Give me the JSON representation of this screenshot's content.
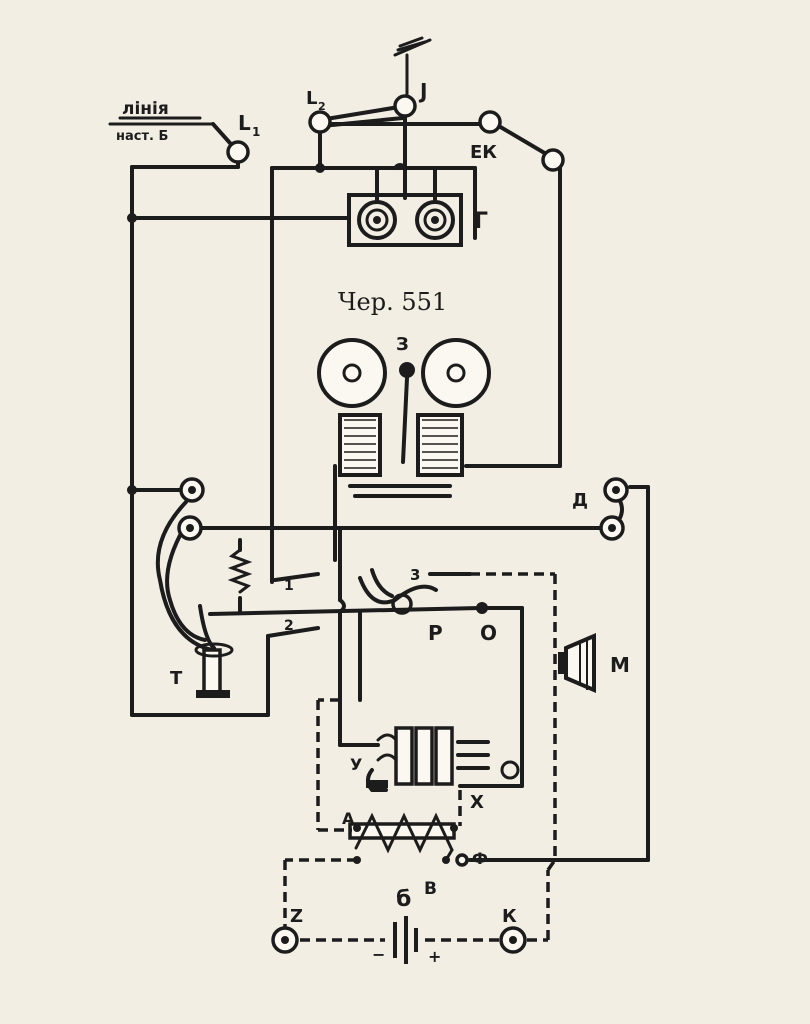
{
  "figure": {
    "caption": "Чер. 551",
    "line_label": "лінія",
    "line_sub_label": "наст. Б"
  },
  "labels": {
    "L1": "L",
    "L1_sub": "1",
    "L2": "L",
    "L2_sub": "2",
    "J": "J",
    "EK": "ЕК",
    "G": "Г",
    "Z3": "З",
    "D": "Д",
    "T": "Т",
    "one": "1",
    "two": "2",
    "z3b": "3",
    "P": "Р",
    "O": "О",
    "M": "М",
    "U": "У",
    "X": "Х",
    "A": "А",
    "F": "Ф",
    "B": "В",
    "b6": "б",
    "Z": "Z",
    "K": "К",
    "minus": "−",
    "plus": "+"
  },
  "colors": {
    "ink": "#1c1c1c",
    "paper": "#f3eee4"
  }
}
